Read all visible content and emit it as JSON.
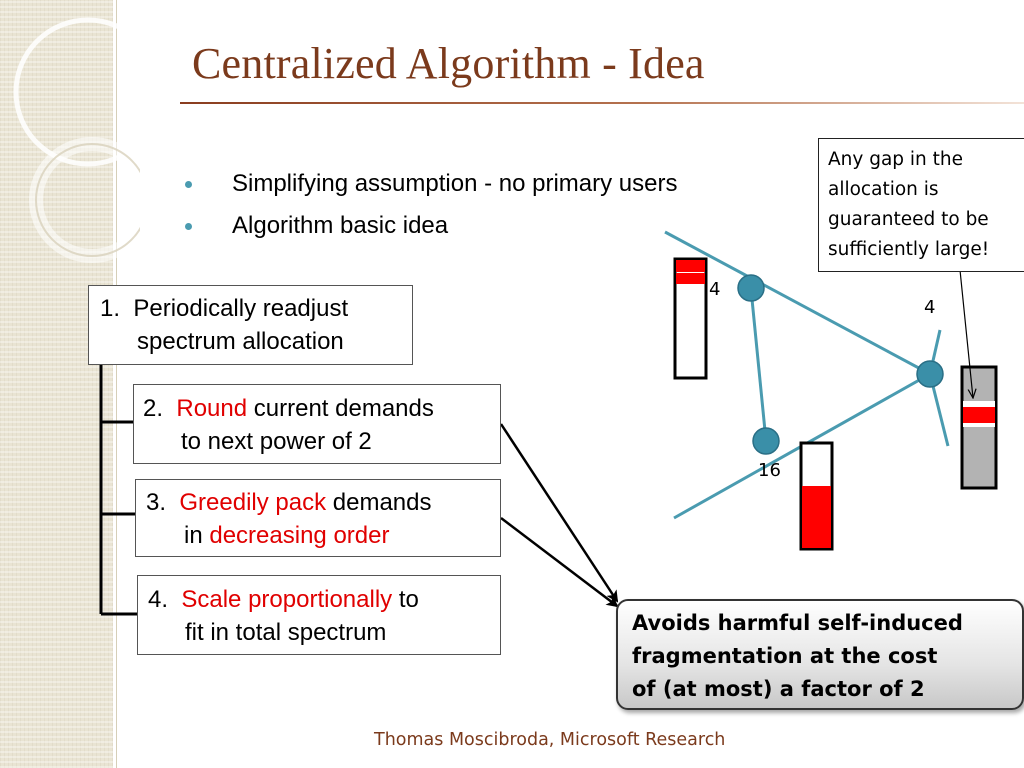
{
  "slide": {
    "title": "Centralized Algorithm - Idea",
    "bullets": [
      "Simplifying assumption - no primary users",
      "Algorithm basic idea"
    ],
    "steps": [
      {
        "prefix": "1.",
        "line1": "Periodically readjust",
        "line2": "spectrum allocation"
      },
      {
        "prefix": "2.",
        "red1": "Round",
        "rest1": " current demands",
        "line2": "to next power of 2"
      },
      {
        "prefix": "3.",
        "red1": "Greedily pack",
        "rest1": " demands",
        "line2_pre": "in ",
        "line2_red": "decreasing order"
      },
      {
        "prefix": "4.",
        "red1": "Scale proportionally",
        "rest1": " to",
        "line2": "fit in total spectrum"
      }
    ],
    "note": [
      "Any gap in the",
      "allocation is",
      "guaranteed to be",
      "sufficiently large!"
    ],
    "callout": [
      "Avoids harmful self-induced",
      "fragmentation at the cost",
      "of (at most) a factor of 2"
    ],
    "node_labels": [
      "4",
      "4",
      "16"
    ],
    "footer": "Thomas Moscibroda, Microsoft Research"
  },
  "colors": {
    "title": "#7b3a1c",
    "accent_red": "#e00000",
    "node": "#3a8fa8",
    "edge": "#4a9bb0",
    "bullet": "#4a9bb0"
  }
}
